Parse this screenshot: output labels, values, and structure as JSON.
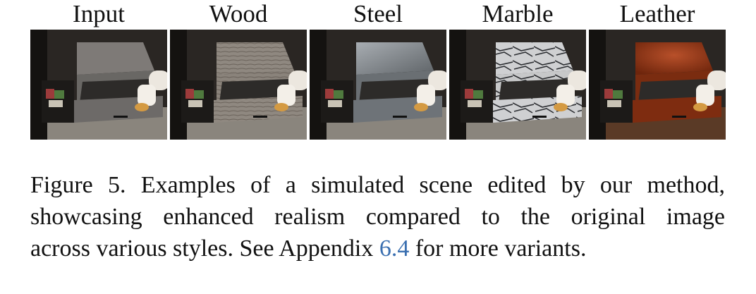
{
  "figure": {
    "panels": [
      {
        "label": "Input",
        "material": "input",
        "top_color": "#7e7a77",
        "front_color": "#6d6a68"
      },
      {
        "label": "Wood",
        "material": "wood",
        "top_color": "#8f8880",
        "front_color": "#7b746c"
      },
      {
        "label": "Steel",
        "material": "steel",
        "top_color": "#8d9296",
        "front_color": "#6e7378"
      },
      {
        "label": "Marble",
        "material": "marble",
        "top_color": "#cfd0d2",
        "front_color": "#b7b8ba"
      },
      {
        "label": "Leather",
        "material": "leather",
        "top_color": "#9a3a16",
        "front_color": "#7e2c10"
      }
    ],
    "caption": {
      "line1": "Figure 5.  Examples of a simulated scene edited by our method,",
      "line2": "showcasing enhanced realism compared to the original image",
      "line3_before": "across various styles. See Appendix ",
      "line3_link": "6.4",
      "line3_after": " for more variants."
    },
    "link_color": "#3a6fb0"
  }
}
